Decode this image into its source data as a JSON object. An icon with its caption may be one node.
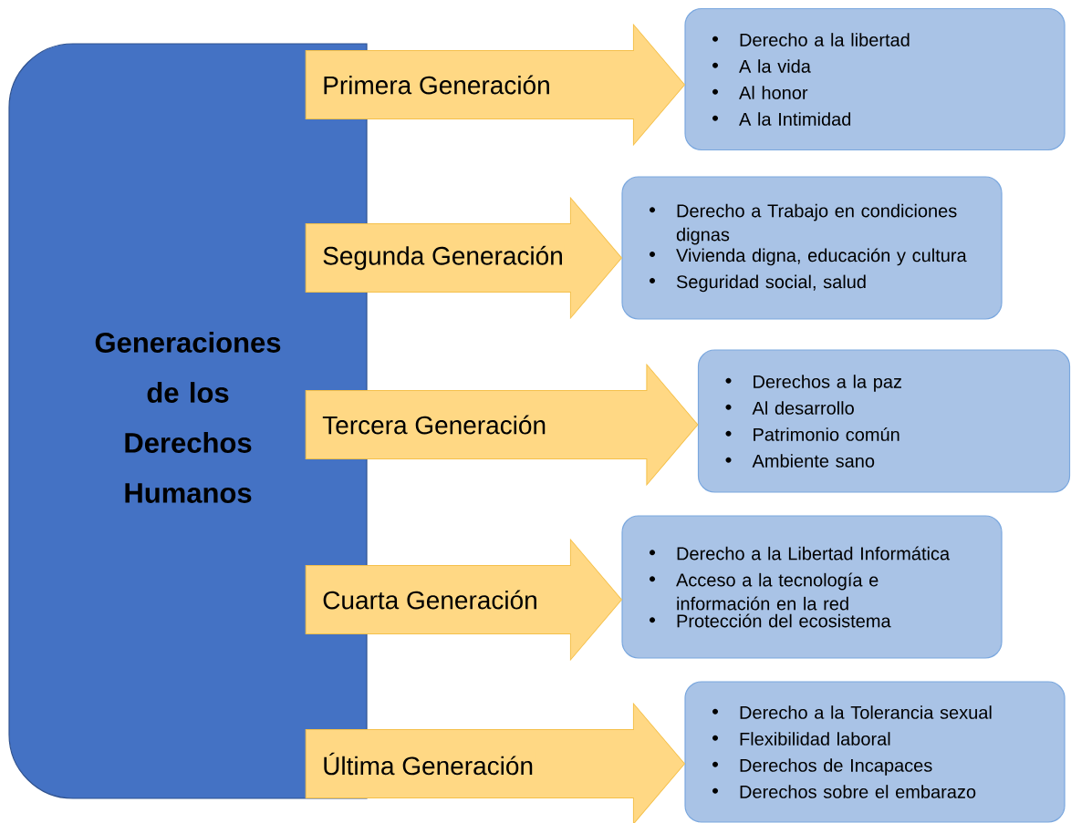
{
  "diagram": {
    "nodes": [
      {
        "text": [
          "Generaciones de los Derechos Humanos"
        ]
      },
      {
        "text": [
          "Derecho a la libertad",
          "A la vida",
          "Al honor",
          "A la Intimidad"
        ]
      },
      {
        "text": [
          "Derecho a Trabajo en condiciones dignas",
          "Vivienda digna, educación y cultura",
          "Seguridad social, salud"
        ]
      },
      {
        "text": [
          "Derechos a la paz",
          "Al desarrollo",
          "Patrimonio común",
          "Ambiente sano"
        ]
      },
      {
        "text": [
          "Derecho a la Libertad Informática",
          "Acceso a la tecnología e información en la red",
          "Protección del ecosistema"
        ]
      },
      {
        "text": [
          "Derecho a la Tolerancia sexual",
          "Flexibilidad laboral",
          "Derechos de Incapaces",
          "Derechos sobre el embarazo"
        ]
      }
    ],
    "edges": [
      {
        "from": 0,
        "to": 1,
        "arrow": "to",
        "label": "Primera Generación"
      },
      {
        "from": 0,
        "to": 2,
        "arrow": "to",
        "label": "Segunda Generación"
      },
      {
        "from": 0,
        "to": 3,
        "arrow": "to",
        "label": "Tercera Generación"
      },
      {
        "from": 0,
        "to": 4,
        "arrow": "to",
        "label": "Cuarta Generación"
      },
      {
        "from": 0,
        "to": 5,
        "arrow": "to",
        "label": "Última Generación"
      }
    ]
  }
}
